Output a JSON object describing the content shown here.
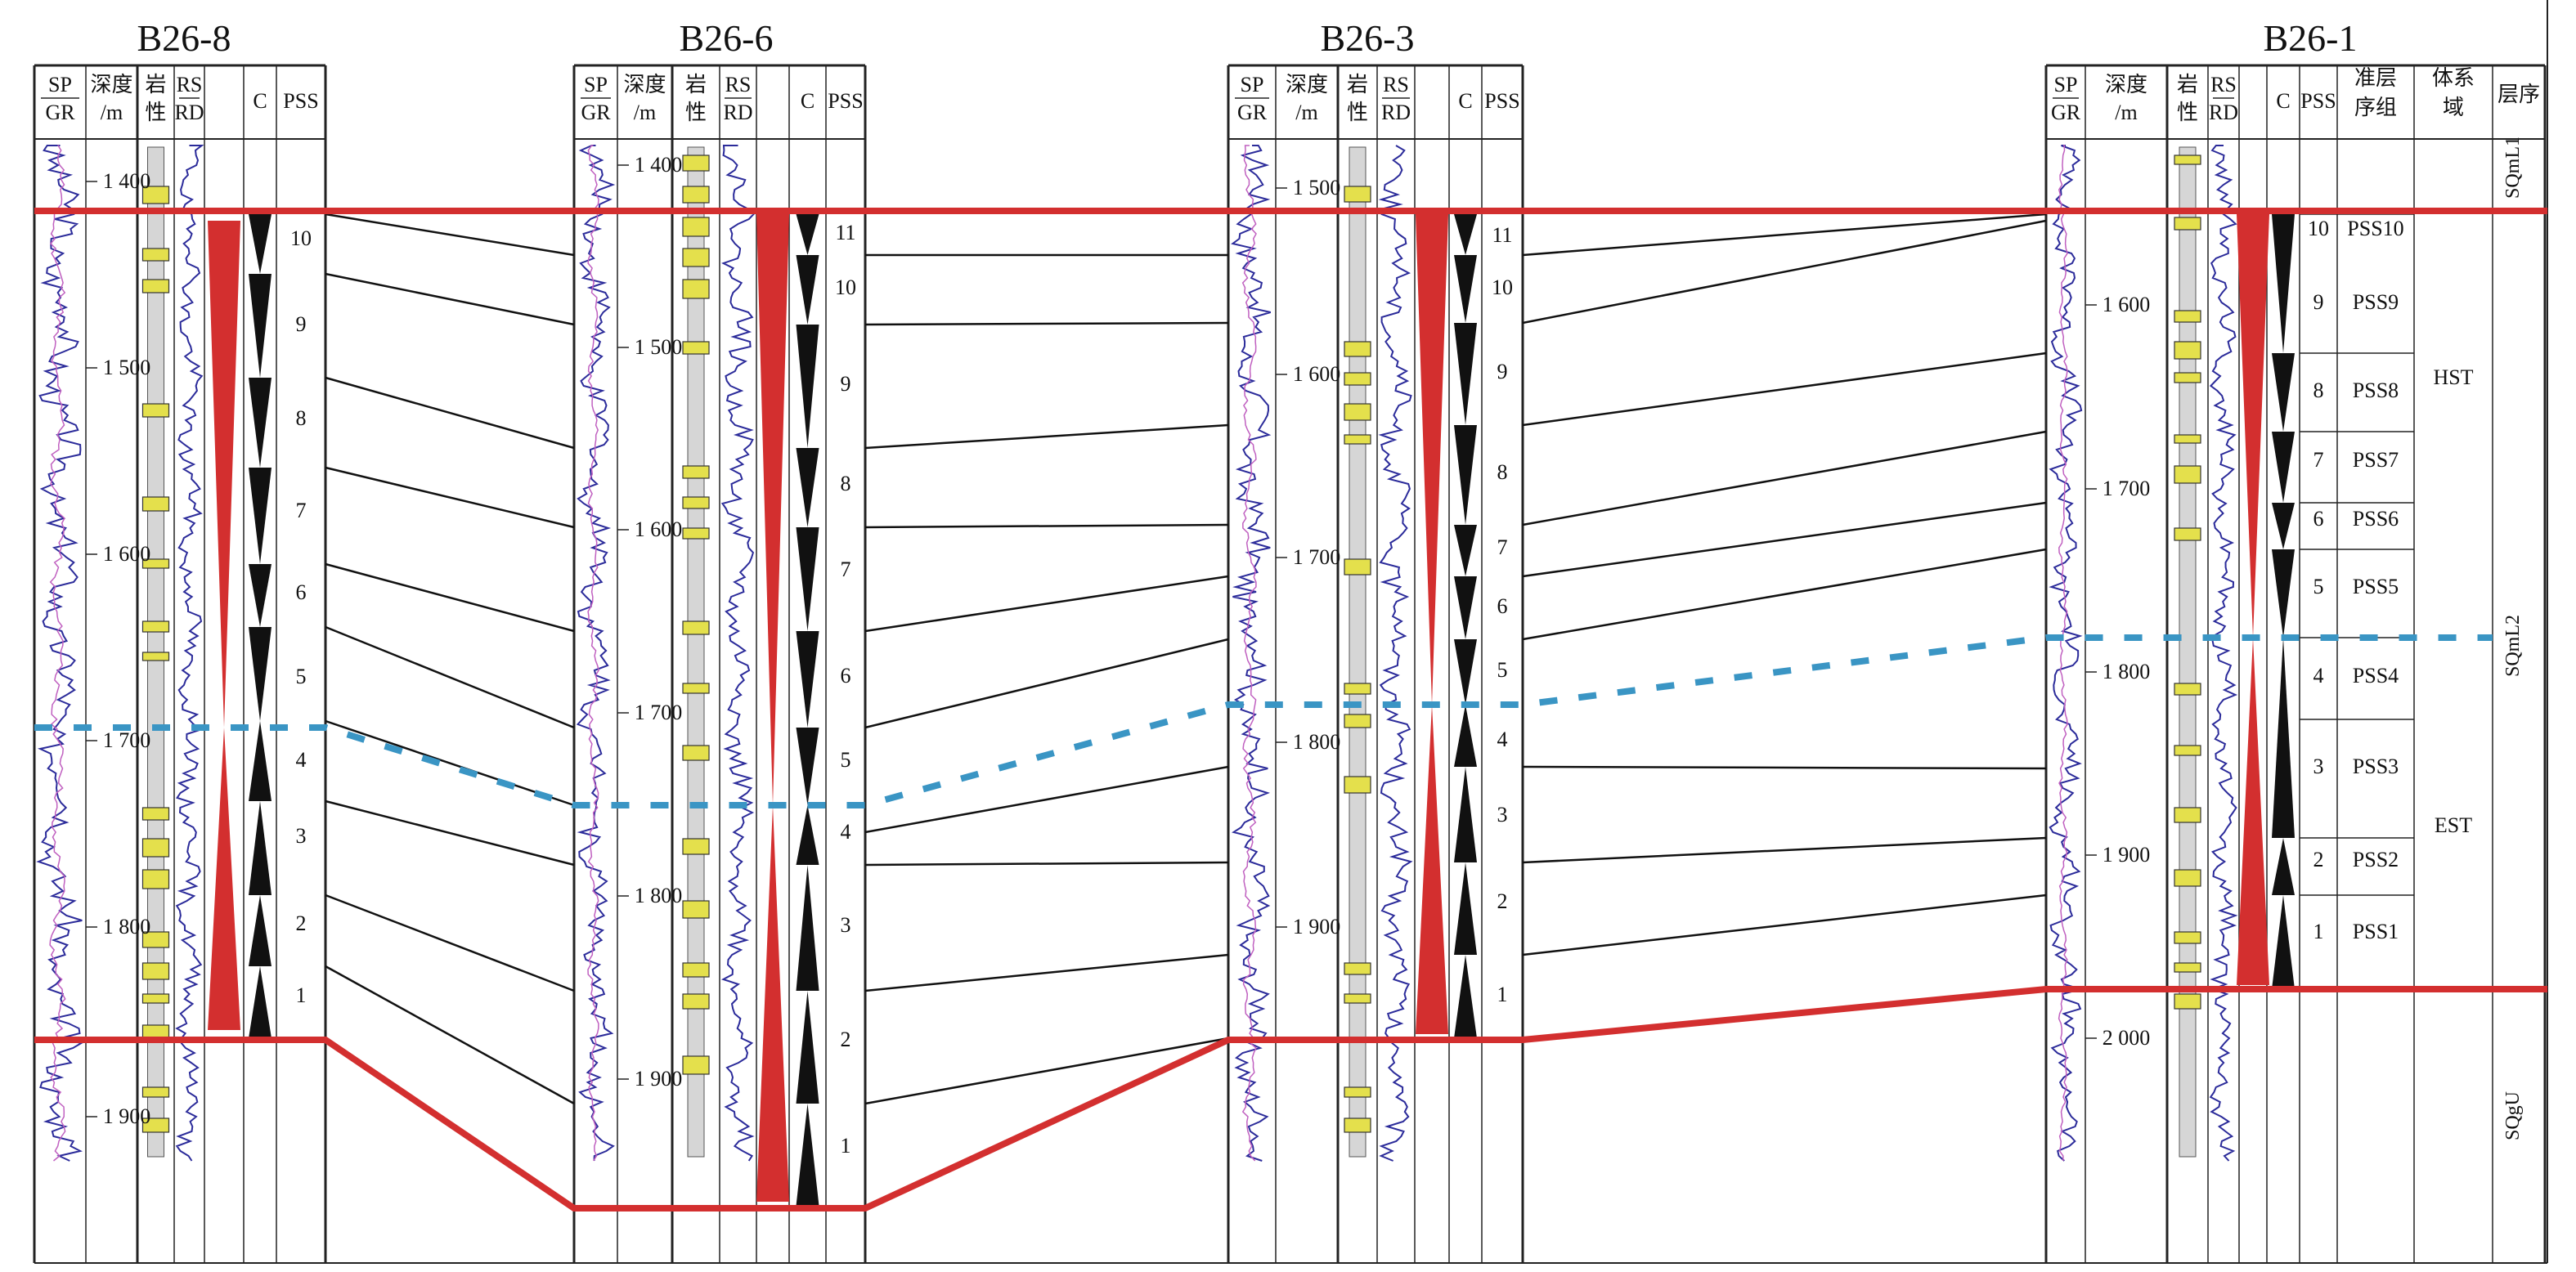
{
  "wells": [
    {
      "name": "B26-8",
      "headers": [
        "SP",
        "GR",
        "深度",
        "/m",
        "岩",
        "性",
        "RS",
        "RD",
        "C",
        "PSS"
      ],
      "depth_labels": [
        "1 400",
        "1 500",
        "1 600",
        "1 700",
        "1 800",
        "1 900"
      ],
      "pss_numbers": [
        "10",
        "9",
        "8",
        "7",
        "6",
        "5",
        "4",
        "3",
        "2",
        "1"
      ]
    },
    {
      "name": "B26-6",
      "headers": [
        "SP",
        "GR",
        "深度",
        "/m",
        "岩",
        "性",
        "RS",
        "RD",
        "C",
        "PSS"
      ],
      "depth_labels": [
        "1 400",
        "1 500",
        "1 600",
        "1 700",
        "1 800",
        "1 900"
      ],
      "pss_numbers": [
        "11",
        "10",
        "9",
        "8",
        "7",
        "6",
        "5",
        "4",
        "3",
        "2",
        "1"
      ]
    },
    {
      "name": "B26-3",
      "headers": [
        "SP",
        "GR",
        "深度",
        "/m",
        "岩",
        "性",
        "RS",
        "RD",
        "C",
        "PSS"
      ],
      "depth_labels": [
        "1 500",
        "1 600",
        "1 700",
        "1 800",
        "1 900"
      ],
      "pss_numbers": [
        "11",
        "10",
        "9",
        "8",
        "7",
        "6",
        "5",
        "4",
        "3",
        "2",
        "1"
      ]
    },
    {
      "name": "B26-1",
      "headers": [
        "SP",
        "GR",
        "深度",
        "/m",
        "岩",
        "性",
        "RS",
        "RD",
        "C",
        "PSS",
        "准层",
        "序组",
        "体系",
        "域",
        "层序"
      ],
      "depth_labels": [
        "1 600",
        "1 700",
        "1 800",
        "1 900",
        "2 000"
      ],
      "pss_numbers": [
        "10",
        "9",
        "8",
        "7",
        "6",
        "5",
        "4",
        "3",
        "2",
        "1"
      ],
      "pss_groups": [
        "PSS10",
        "PSS9",
        "PSS8",
        "PSS7",
        "PSS6",
        "PSS5",
        "PSS4",
        "PSS3",
        "PSS2",
        "PSS1"
      ],
      "systems_tracts": [
        "HST",
        "EST"
      ],
      "sequences": [
        "SQmL1",
        "SQmL2",
        "SQgU"
      ]
    }
  ],
  "colors": {
    "sequence_boundary": "#d32f2f",
    "flooding_surface": "#3a95c4",
    "sandstone": "#e4e04c",
    "log_curve": "#2b2b9a",
    "log_curve_secondary": "#c060c0",
    "triangle": "#111111"
  }
}
